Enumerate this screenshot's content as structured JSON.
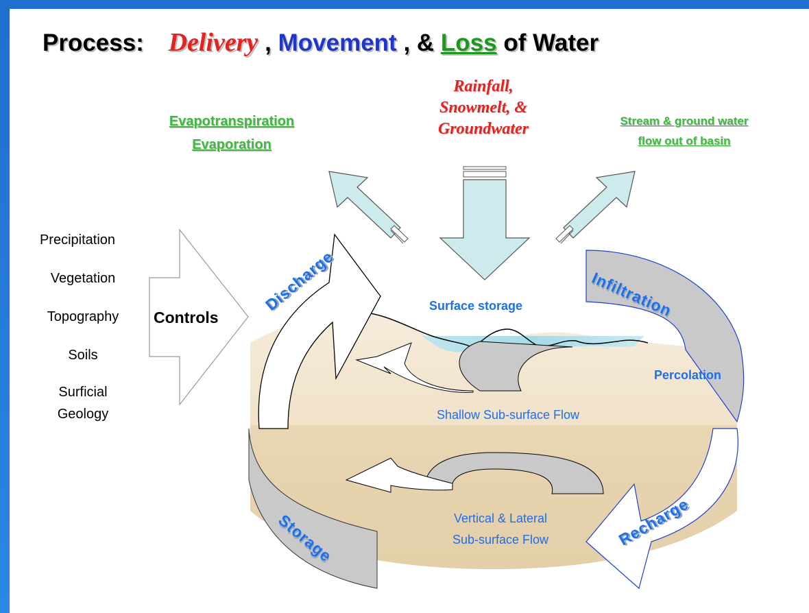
{
  "title": {
    "prefix": "Process:",
    "delivery": "Delivery",
    "sep1": ",",
    "movement": "Movement",
    "sep2": ", &",
    "loss": "Loss",
    "suffix": "of Water"
  },
  "losses": {
    "evap_line1": "Evapotranspiration",
    "evap_line2": "Evaporation",
    "outflow_line1": "Stream & ground water",
    "outflow_line2": "flow out of basin"
  },
  "delivery_sources": {
    "line1": "Rainfall,",
    "line2": "Snowmelt, &",
    "line3": "Groundwater"
  },
  "controls": {
    "label": "Controls",
    "items": [
      "Precipitation",
      "Vegetation",
      "Topography",
      "Soils",
      "Surficial",
      "Geology"
    ]
  },
  "cycle": {
    "discharge": "Discharge",
    "infiltration": "Infiltration",
    "recharge": "Recharge",
    "storage": "Storage"
  },
  "labels": {
    "surface_storage": "Surface storage",
    "percolation": "Percolation",
    "shallow_flow": "Shallow Sub-surface Flow",
    "deep_flow_line1": "Vertical & Lateral",
    "deep_flow_line2": "Sub-surface Flow"
  },
  "colors": {
    "frame": "#1f6fcf",
    "delivery": "#e3231f",
    "movement": "#1f37c8",
    "loss": "#1a9a1a",
    "loss_labels": "#41b941",
    "process_labels": "#1e6fe8",
    "arrow_fill": "#cdebed",
    "cycle_gray": "#c9c9c9",
    "soil_light": "#f3e7d4",
    "soil_dark": "#e6d1ac"
  }
}
